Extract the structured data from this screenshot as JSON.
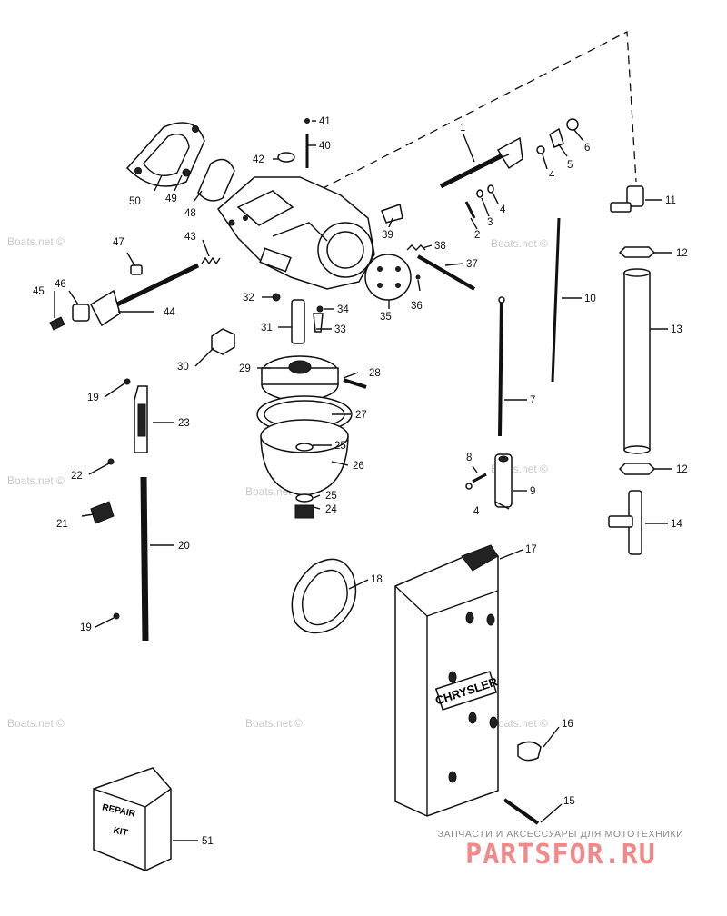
{
  "watermark": "Boats.net ©",
  "brand_plate": "CHRYSLER",
  "kit_box_text": [
    "REPAIR",
    "KIT"
  ],
  "callouts": [
    "1",
    "2",
    "3",
    "4",
    "4",
    "4",
    "5",
    "6",
    "7",
    "8",
    "9",
    "10",
    "11",
    "12",
    "12",
    "13",
    "14",
    "15",
    "16",
    "17",
    "18",
    "19",
    "19",
    "20",
    "21",
    "22",
    "23",
    "24",
    "25",
    "25",
    "26",
    "27",
    "28",
    "29",
    "30",
    "31",
    "32",
    "33",
    "34",
    "35",
    "36",
    "37",
    "38",
    "39",
    "40",
    "41",
    "42",
    "43",
    "44",
    "45",
    "46",
    "47",
    "48",
    "49",
    "50",
    "51"
  ],
  "footer": {
    "subtitle": "ЗАПЧАСТИ И АКСЕССУАРЫ ДЛЯ МОТОТЕХНИКИ",
    "logo": "PARTSFOR.RU"
  }
}
